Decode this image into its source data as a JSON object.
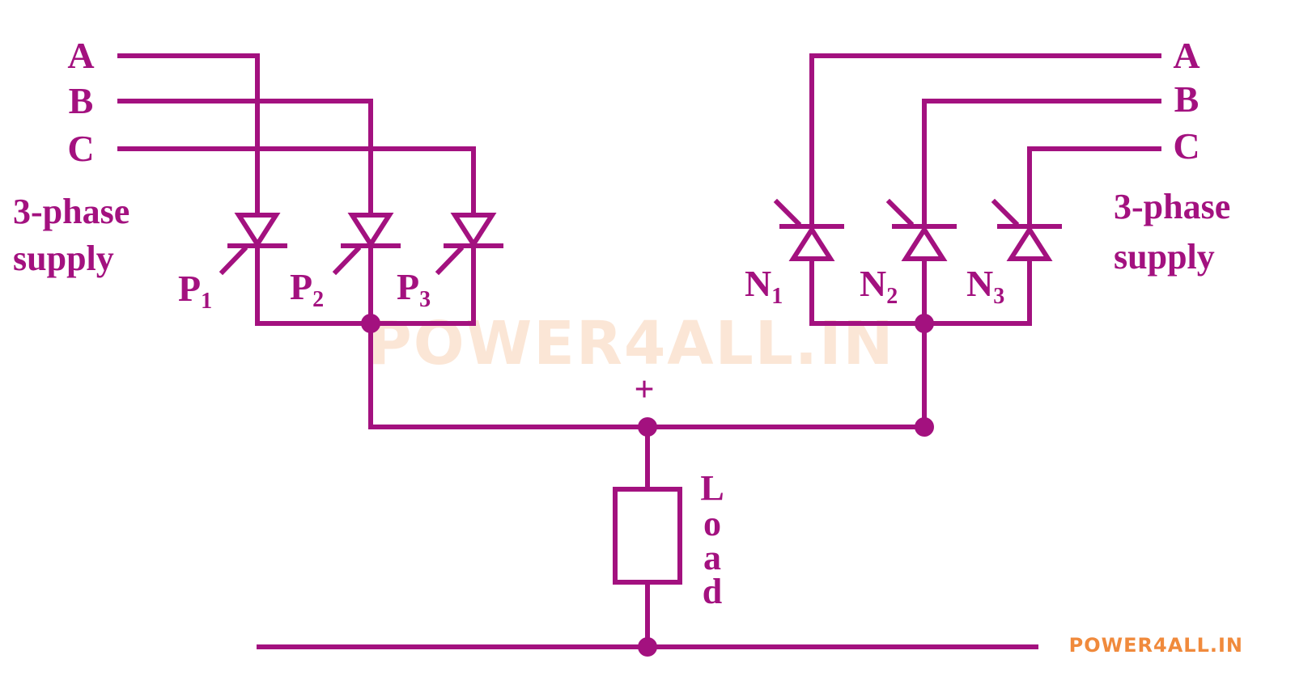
{
  "diagram": {
    "left_supply": {
      "phase_a": "A",
      "phase_b": "B",
      "phase_c": "C",
      "label_line1": "3-phase",
      "label_line2": "supply"
    },
    "right_supply": {
      "phase_a": "A",
      "phase_b": "B",
      "phase_c": "C",
      "label_line1": "3-phase",
      "label_line2": "supply"
    },
    "positive_group": [
      {
        "letter": "P",
        "index": "1"
      },
      {
        "letter": "P",
        "index": "2"
      },
      {
        "letter": "P",
        "index": "3"
      }
    ],
    "negative_group": [
      {
        "letter": "N",
        "index": "1"
      },
      {
        "letter": "N",
        "index": "2"
      },
      {
        "letter": "N",
        "index": "3"
      }
    ],
    "plus_sign": "+",
    "load_letters": [
      "L",
      "o",
      "a",
      "d"
    ]
  },
  "watermark": "POWER4ALL.IN",
  "brand": {
    "text": "POWER4ALL.IN",
    "color": "#f08a3c"
  },
  "colors": {
    "circuit": "#a3117f",
    "watermark": "#fbe6d6"
  }
}
